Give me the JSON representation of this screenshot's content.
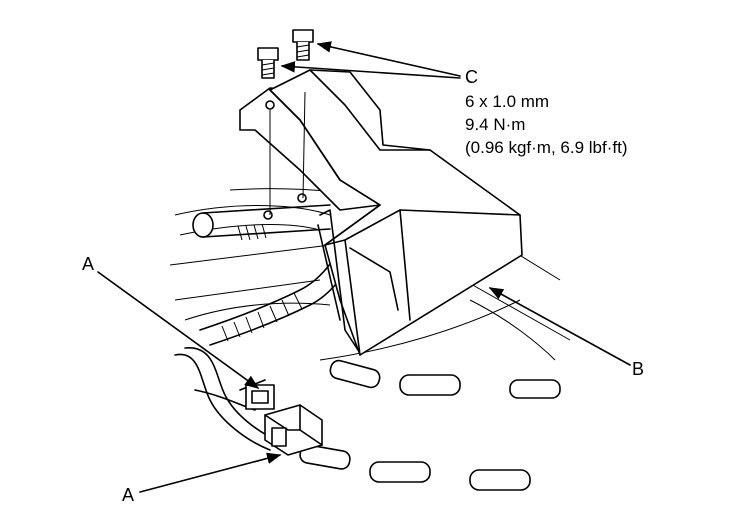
{
  "labels": {
    "a_upper": "A",
    "a_lower": "A",
    "b": "B",
    "c": "C"
  },
  "spec_c": {
    "size": "6 x 1.0 mm",
    "torque_nm": "9.4 N·m",
    "torque_alt": "(0.96 kgf·m, 6.9 lbf·ft)"
  }
}
